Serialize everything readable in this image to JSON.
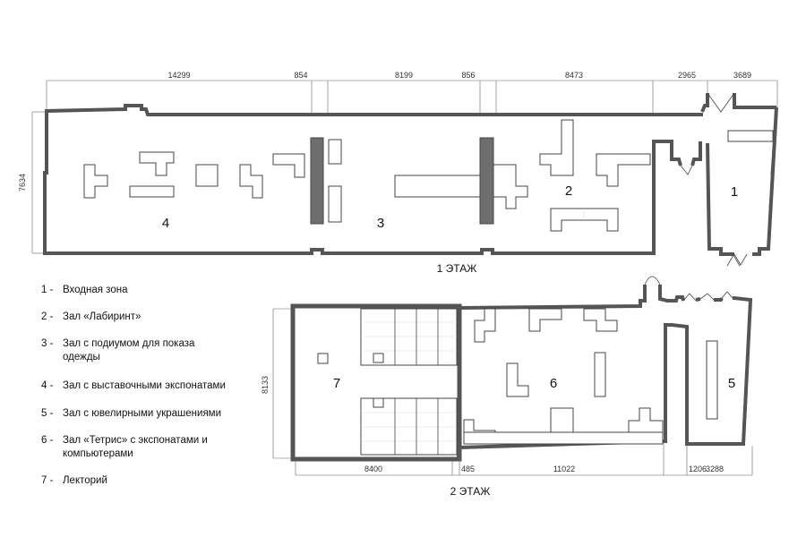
{
  "floor1": {
    "title": "1 ЭТАЖ",
    "dimensions_top": [
      "14299",
      "854",
      "8199",
      "856",
      "8473",
      "2965",
      "3689"
    ],
    "dimension_left": "7634",
    "rooms": [
      "1",
      "2",
      "3",
      "4"
    ]
  },
  "floor2": {
    "title": "2 ЭТАЖ",
    "dimensions_bottom": [
      "8400",
      "485",
      "11022",
      "1206",
      "3288"
    ],
    "dimension_left": "8133",
    "rooms": [
      "5",
      "6",
      "7"
    ]
  },
  "legend": [
    {
      "num": "1 -",
      "text": "Входная зона"
    },
    {
      "num": "2 -",
      "text": "Зал «Лабиринт»"
    },
    {
      "num": "3 -",
      "text": "Зал с подиумом для показа одежды"
    },
    {
      "num": "4 -",
      "text": "Зал с выставочными экспонатами"
    },
    {
      "num": "5 -",
      "text": "Зал с ювелирными украшениями"
    },
    {
      "num": "6 -",
      "text": "Зал «Тетрис» с экспонатами и компьютерами"
    },
    {
      "num": "7 -",
      "text": "Лекторий"
    }
  ],
  "colors": {
    "wall": "#555555",
    "pillar": "#6e6e6e"
  }
}
